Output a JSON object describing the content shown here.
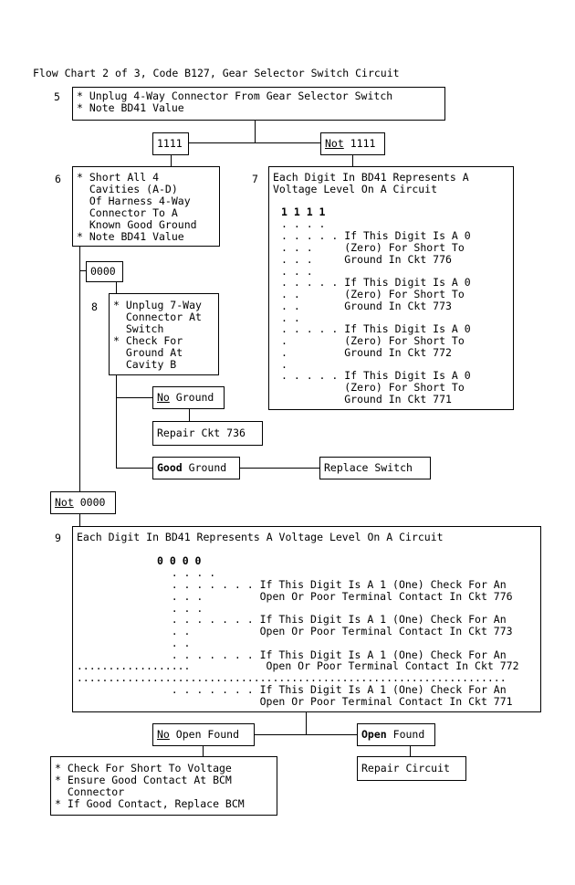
{
  "title": "Flow Chart 2 of 3, Code B127, Gear Selector Switch Circuit",
  "steps": {
    "s5": {
      "num": "5",
      "lines": [
        "* Unplug 4-Way Connector From Gear Selector Switch",
        "* Note BD41 Value"
      ]
    },
    "s6": {
      "num": "6",
      "lines": [
        "* Short All 4",
        "  Cavities (A-D)",
        "  Of Harness 4-Way",
        "  Connector To A",
        "  Known Good Ground",
        "* Note BD41 Value"
      ]
    },
    "s7": {
      "num": "7",
      "lines": [
        "Each Digit In BD41 Represents A",
        "Voltage Level On A Circuit"
      ],
      "digits": "1 1 1 1",
      "rows": [
        ". . . .",
        ". . . . . If This Digit Is A 0",
        ". . .     (Zero) For Short To",
        ". . .     Ground In Ckt 776",
        ". . .",
        ". . . . . If This Digit Is A 0",
        ". .       (Zero) For Short To",
        ". .       Ground In Ckt 773",
        ". .",
        ". . . . . If This Digit Is A 0",
        ".         (Zero) For Short To",
        ".         Ground In Ckt 772",
        ".",
        ". . . . . If This Digit Is A 0",
        "          (Zero) For Short To",
        "          Ground In Ckt 771"
      ]
    },
    "s8": {
      "num": "8",
      "lines": [
        "* Unplug 7-Way",
        "  Connector At",
        "  Switch",
        "* Check For",
        "  Ground At",
        "  Cavity B"
      ]
    },
    "s9": {
      "num": "9",
      "lines": [
        "Each Digit In BD41 Represents A Voltage Level On A Circuit"
      ],
      "digits": "0 0 0 0",
      "rows": [
        "                 . . . .",
        "                 . . . . . . . If This Digit Is A 1 (One) Check For An",
        "                 . . .         Open Or Poor Terminal Contact In Ckt 776",
        "                 . . .",
        "                 . . . . . . . If This Digit Is A 1 (One) Check For An",
        "                 . .           Open Or Poor Terminal Contact In Ckt 773",
        "                 . .",
        "                 . . . . . . . If This Digit Is A 1 (One) Check For An",
        "  ..................            Open Or Poor Terminal Contact In Ckt 772",
        "  ....................................................................",
        "                 . . . . . . . If This Digit Is A 1 (One) Check For An",
        "                               Open Or Poor Terminal Contact In Ckt 771"
      ]
    }
  },
  "branches": {
    "b1111": "1111",
    "not1111_not": "Not",
    "not1111_val": "1111",
    "b0000": "0000",
    "not0000_not": "Not",
    "not0000_val": "0000",
    "noground_no": "No",
    "noground_rest": "Ground",
    "goodground_good": "Good",
    "goodground_rest": "Ground",
    "noopen_no": "No",
    "noopen_rest": "Open Found",
    "open_bold": "Open",
    "open_rest": "Found"
  },
  "actions": {
    "repair_ckt": "Repair Ckt 736",
    "replace_switch": "Replace Switch",
    "repair_circuit": "Repair Circuit",
    "final": [
      "* Check For Short To Voltage",
      "* Ensure Good Contact At BCM",
      "  Connector",
      "* If Good Contact, Replace BCM"
    ]
  }
}
